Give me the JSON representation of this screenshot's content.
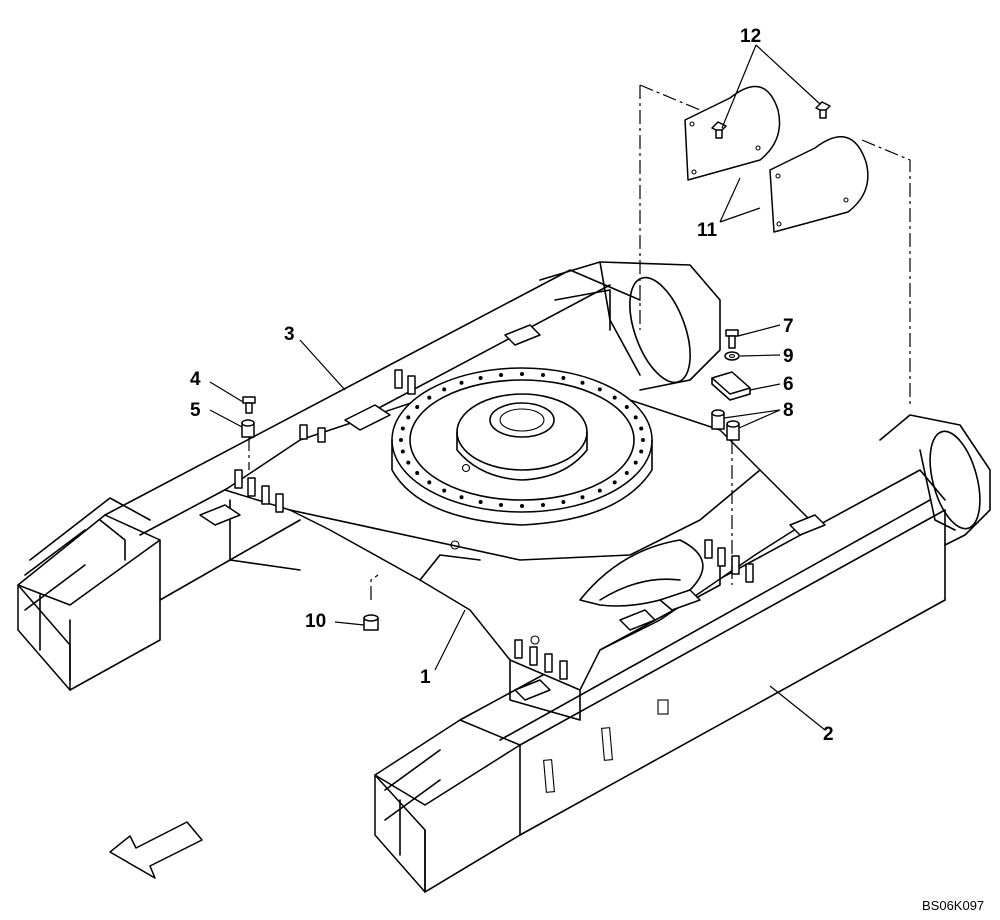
{
  "callouts": {
    "c1": "1",
    "c2": "2",
    "c3": "3",
    "c4": "4",
    "c5": "5",
    "c6": "6",
    "c7": "7",
    "c8": "8",
    "c9": "9",
    "c10": "10",
    "c11": "11",
    "c12": "12"
  },
  "drawing_code": "BS06K097",
  "icons": {
    "direction_arrow": "front-direction-arrow-icon"
  }
}
